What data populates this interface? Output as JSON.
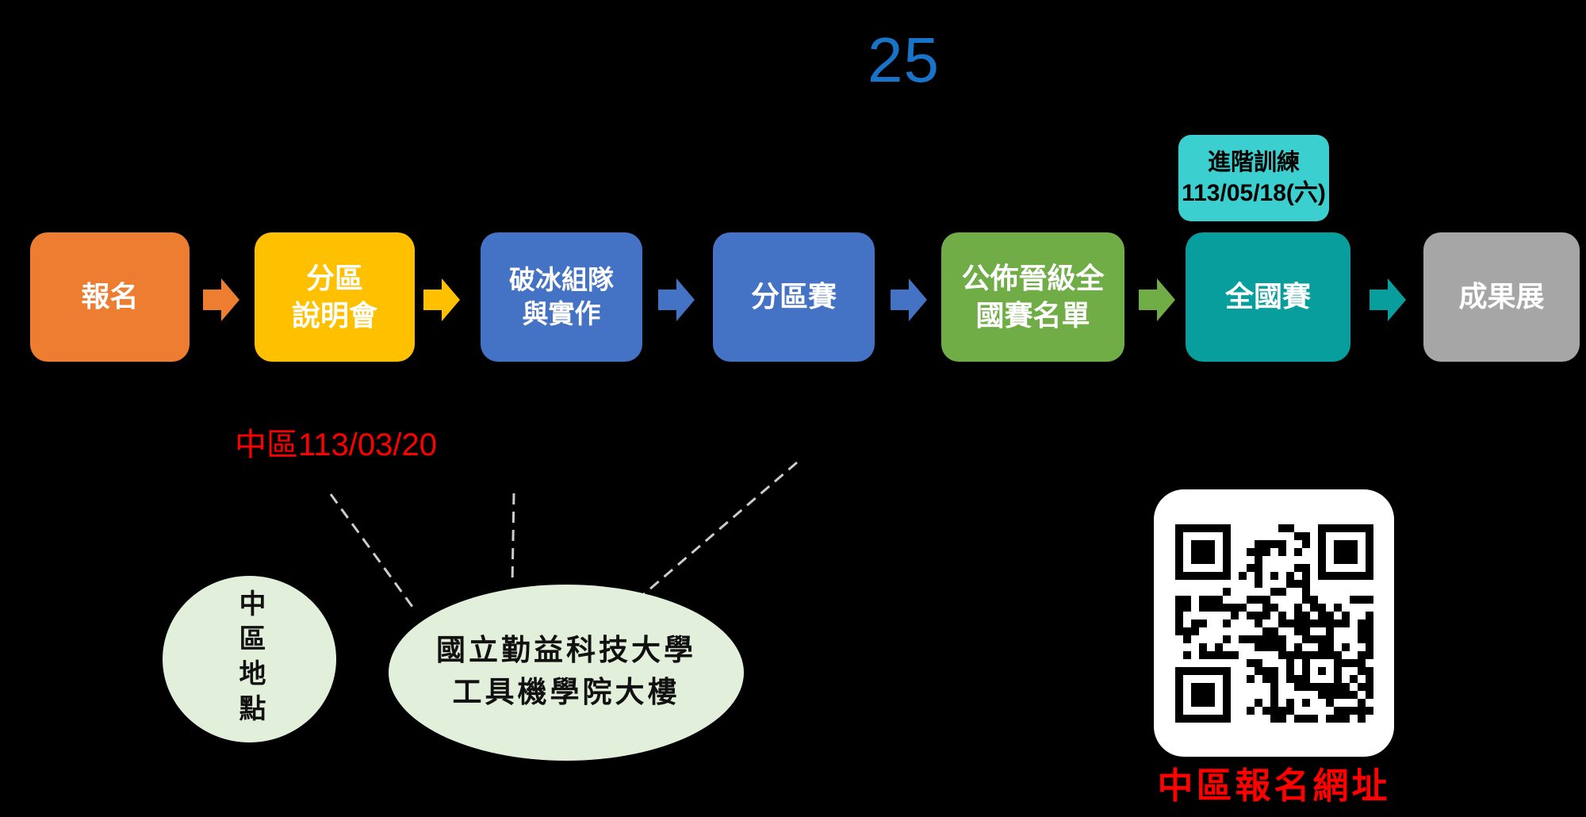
{
  "title": {
    "text": "25",
    "color": "#1874C8"
  },
  "flow": {
    "boxes": [
      {
        "label": "報名",
        "color": "#ED7D31",
        "text_color": "#FFFFFF"
      },
      {
        "label": "分區\n說明會",
        "color": "#FFC000",
        "text_color": "#FFFFFF"
      },
      {
        "label": "破冰組隊\n與實作",
        "color": "#4472C4",
        "text_color": "#FFFFFF"
      },
      {
        "label": "分區賽",
        "color": "#4472C4",
        "text_color": "#FFFFFF"
      },
      {
        "label": "公佈晉級全\n國賽名單",
        "color": "#70AD47",
        "text_color": "#FFFFFF"
      },
      {
        "label": "全國賽",
        "color": "#089E9E",
        "text_color": "#FFFFFF"
      },
      {
        "label": "成果展",
        "color": "#A6A6A6",
        "text_color": "#FFFFFF"
      }
    ],
    "arrows": [
      {
        "color": "#ED7D31"
      },
      {
        "color": "#FFC000"
      },
      {
        "color": "#4472C4"
      },
      {
        "color": "#4472C4"
      },
      {
        "color": "#70AD47"
      },
      {
        "color": "#089E9E"
      }
    ]
  },
  "advanced_training": {
    "line1": "進階訓練",
    "line2": "113/05/18(六)",
    "color": "#3BCFCF"
  },
  "regional_date": {
    "text": "中區113/03/20",
    "color": "#FF0000"
  },
  "location": {
    "badge_text": "中區地點",
    "venue_text": "國立勤益科技大學\n工具機學院大樓",
    "fill": "#E2EFDA"
  },
  "connectors": {
    "color": "#CCCCCC"
  },
  "qr_section": {
    "caption": "中區報名網址",
    "caption_color": "#FF0000",
    "qr_name": "qr-code"
  }
}
